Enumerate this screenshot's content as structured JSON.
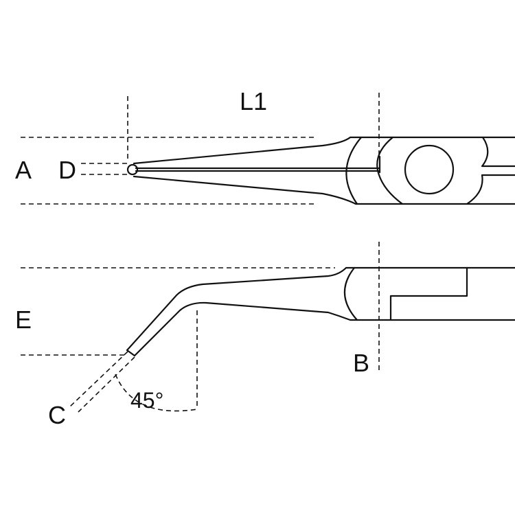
{
  "labels": {
    "l1": "L1",
    "a": "A",
    "d": "D",
    "e": "E",
    "b": "B",
    "c": "C",
    "angle": "45°"
  },
  "colors": {
    "line": "#111111",
    "background": "#ffffff"
  }
}
